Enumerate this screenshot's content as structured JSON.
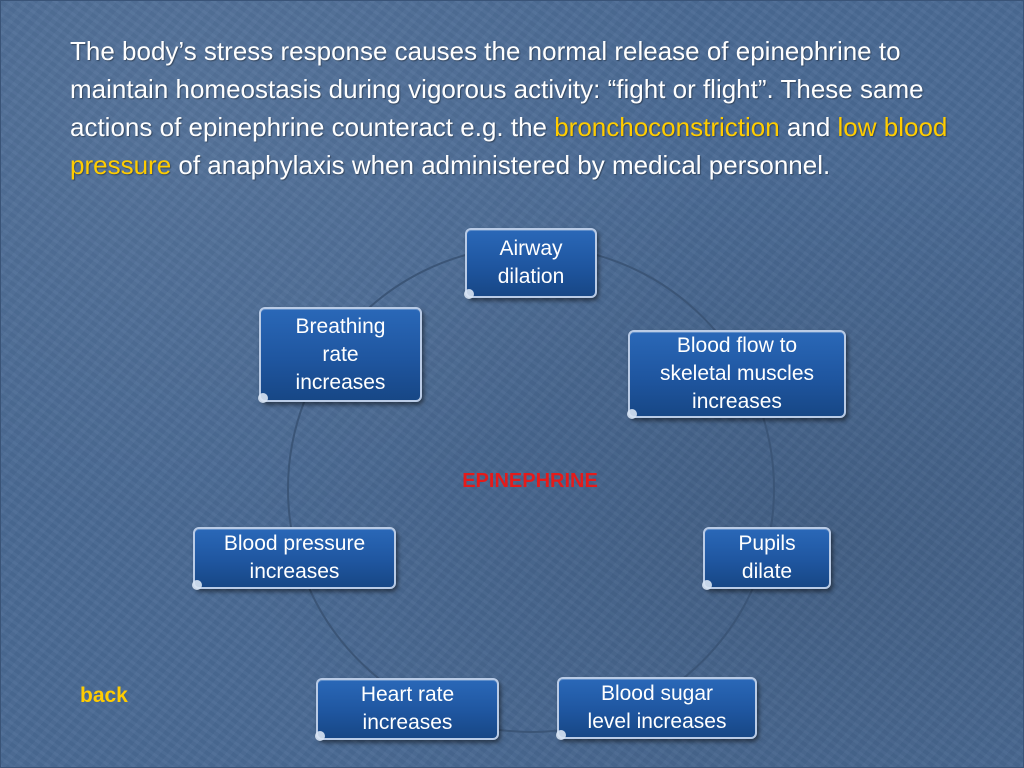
{
  "intro": {
    "part1": "The body’s stress response causes the normal release of epinephrine to maintain homeostasis during vigorous activity: “fight or flight”.  These same actions of epinephrine counteract e.g. the ",
    "highlight1": "bronchoconstriction",
    "part2": " and ",
    "highlight2": "low blood pressure",
    "part3": " of anaphylaxis when administered by medical personnel."
  },
  "diagram": {
    "center": "EPINEPHRINE",
    "nodes": {
      "airway": "Airway\ndilation",
      "blood_flow": "Blood flow to\nskeletal muscles\nincreases",
      "pupils": "Pupils\ndilate",
      "blood_sugar": "Blood sugar\nlevel increases",
      "heart_rate": "Heart rate\nincreases",
      "blood_pressure": "Blood pressure\nincreases",
      "breathing": "Breathing\nrate\nincreases"
    }
  },
  "nav": {
    "back": "back"
  },
  "colors": {
    "background": "#4a6a94",
    "node_fill": "#1f56a0",
    "node_border": "#b9cbe6",
    "highlight": "#ffcc00",
    "center_label": "#e41b1b",
    "ring": "#3b5577"
  }
}
